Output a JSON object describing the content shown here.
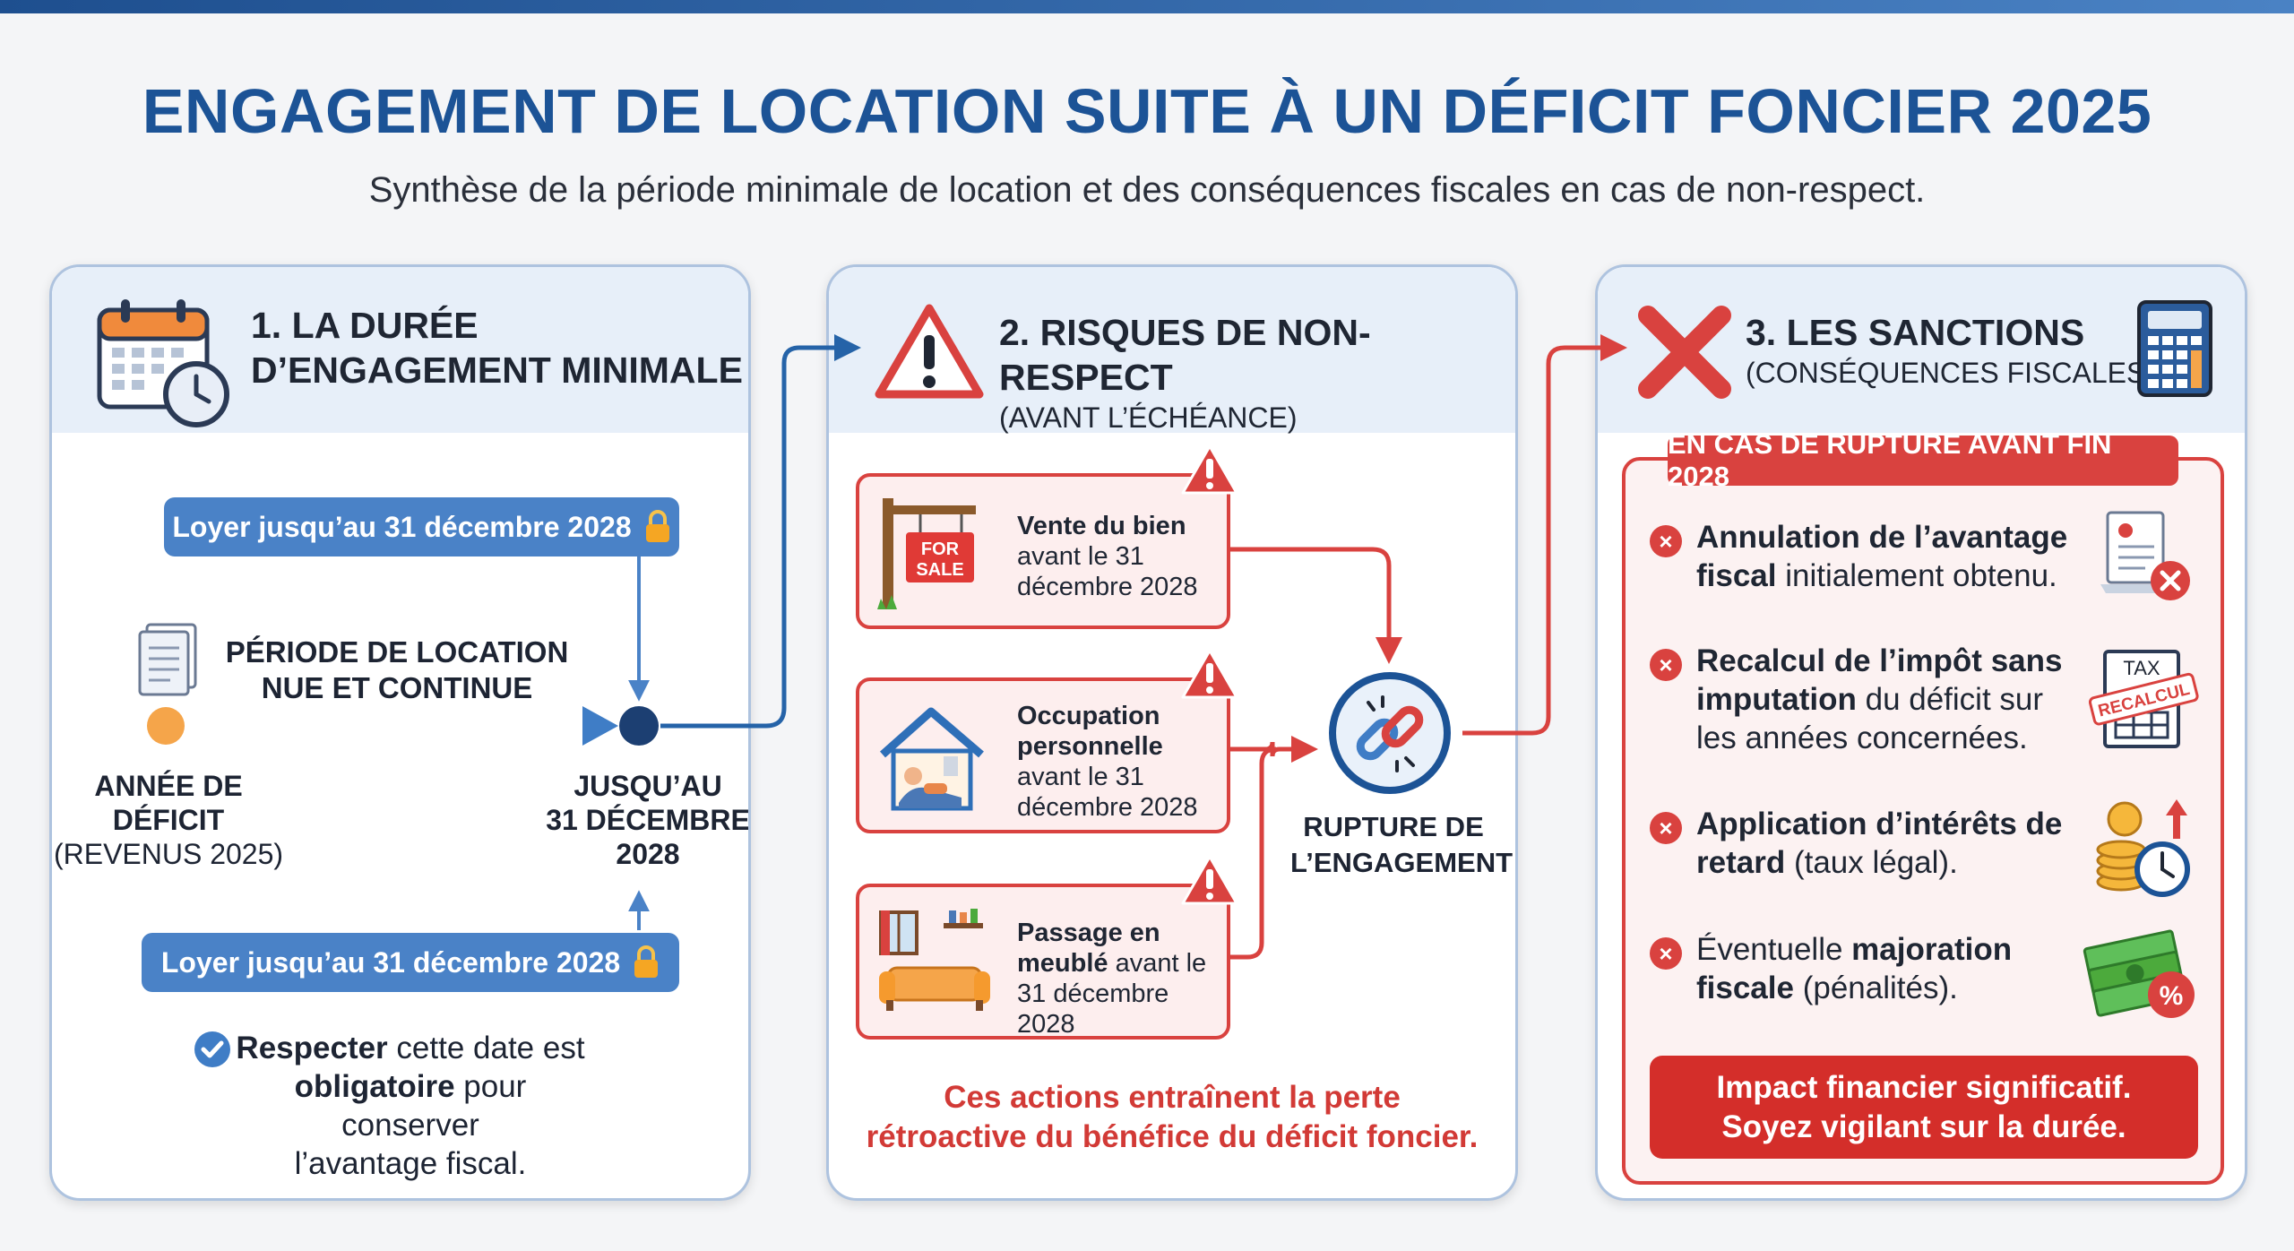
{
  "header": {
    "title": "ENGAGEMENT DE LOCATION SUITE À UN DÉFICIT FONCIER 2025",
    "subtitle": "Synthèse de la période minimale de location et des conséquences fiscales en cas de non-respect."
  },
  "panel1": {
    "title_line1": "1. LA DURÉE",
    "title_line2": "D’ENGAGEMENT MINIMALE",
    "pill_top": "Loyer jusqu’au 31 décembre 2028",
    "pill_bottom": "Loyer jusqu’au 31 décembre 2028",
    "period_line1": "PÉRIODE DE LOCATION",
    "period_line2": "NUE ET CONTINUE",
    "start_line1": "ANNÉE DE",
    "start_line2": "DÉFICIT",
    "start_line3": "(REVENUS 2025)",
    "end_line1": "JUSQU’AU",
    "end_line2": "31 DÉCEMBRE",
    "end_line3": "2028",
    "note_bold1": "Respecter",
    "note_rest1": " cette date est",
    "note_bold2": "obligatoire",
    "note_rest2": " pour conserver",
    "note_line3": "l’avantage fiscal."
  },
  "panel2": {
    "title_line1": "2. RISQUES DE NON-RESPECT",
    "title_line2": "(AVANT L’ÉCHÉANCE)",
    "sign_text1": "FOR",
    "sign_text2": "SALE",
    "risk1_bold": "Vente du bien",
    "risk1_line2": "avant le 31",
    "risk1_line3": "décembre 2028",
    "risk2_bold1": "Occupation",
    "risk2_bold2": "personnelle",
    "risk2_line3": "avant le 31",
    "risk2_line4": "décembre 2028",
    "risk3_bold1": "Passage en",
    "risk3_bold2": "meublé",
    "risk3_rest2": " avant le",
    "risk3_line3": "31 décembre 2028",
    "rupture_line1": "RUPTURE DE",
    "rupture_line2": "L’ENGAGEMENT",
    "footer_line1": "Ces actions entraînent la perte",
    "footer_line2": "rétroactive du bénéfice du déficit foncier."
  },
  "panel3": {
    "title_line1": "3. LES SANCTIONS",
    "title_line2": "(CONSÉQUENCES FISCALES)",
    "banner": "EN CAS DE RUPTURE AVANT FIN 2028",
    "s1_bold1": "Annulation de l’avantage",
    "s1_bold2": "fiscal",
    "s1_rest2": " initialement obtenu.",
    "s2_bold1": "Recalcul de l’impôt sans",
    "s2_bold2": "imputation",
    "s2_rest2": " du déficit sur",
    "s2_line3": "les années concernées.",
    "s3_bold1": "Application d’intérêts de",
    "s3_bold2": "retard",
    "s3_rest2": " (taux légal).",
    "s4_pre": "Éventuelle ",
    "s4_bold1": "majoration",
    "s4_bold2": "fiscale",
    "s4_rest2": " (pénalités).",
    "tax_label": "TAX",
    "stamp_label": "RECALCUL",
    "impact_line1": "Impact financier significatif.",
    "impact_line2": "Soyez vigilant sur la durée."
  },
  "colors": {
    "primary_blue": "#1c5396",
    "accent_blue": "#4a82c7",
    "danger_red": "#d9423f",
    "orange": "#f5a54a"
  }
}
